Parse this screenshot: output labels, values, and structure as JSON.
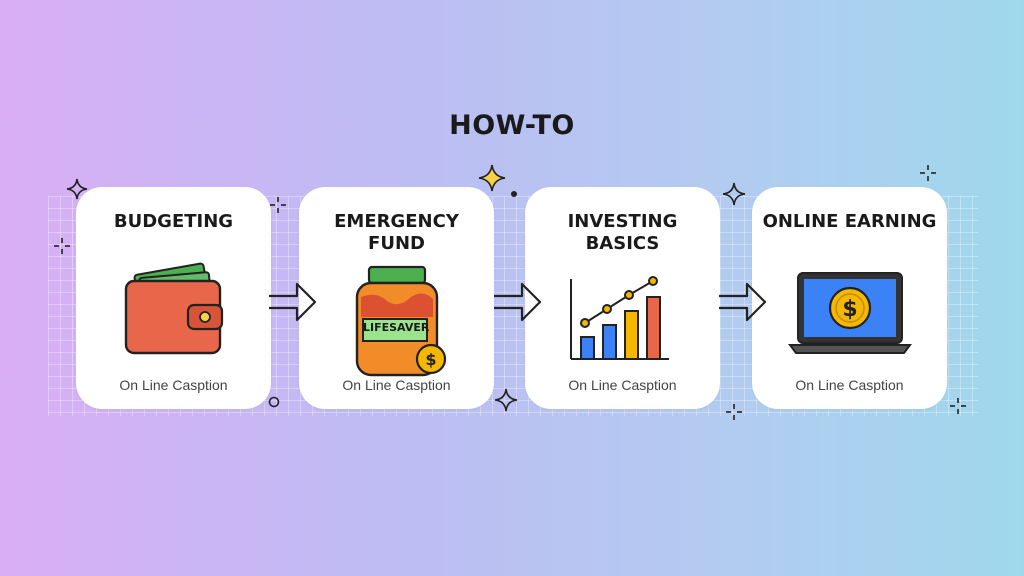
{
  "title": "HOW-TO",
  "steps": [
    {
      "title_lines": [
        "BUDGETING"
      ],
      "caption": "On Line Casption",
      "icon": "wallet-icon"
    },
    {
      "title_lines": [
        "EMERGENCY",
        "FUND"
      ],
      "caption": "On Line Casption",
      "icon": "savings-jar-icon",
      "label": "LIFESAVER"
    },
    {
      "title_lines": [
        "INVESTING",
        "BASICS"
      ],
      "caption": "On Line Casption",
      "icon": "bar-chart-icon"
    },
    {
      "title_lines": [
        "ONLINE EARNING"
      ],
      "caption": "On Line Casption",
      "icon": "laptop-dollar-icon"
    }
  ],
  "colors": {
    "card": "#ffffff",
    "wallet": "#e8664a",
    "cash": "#4caf50",
    "jar": "#f28c28",
    "jar_lid": "#4caf50",
    "coin": "#f5b800",
    "bar_blue": "#3b82f6",
    "bar_yellow": "#f5b800",
    "bar_red": "#e8664a",
    "screen": "#3b82f6"
  }
}
